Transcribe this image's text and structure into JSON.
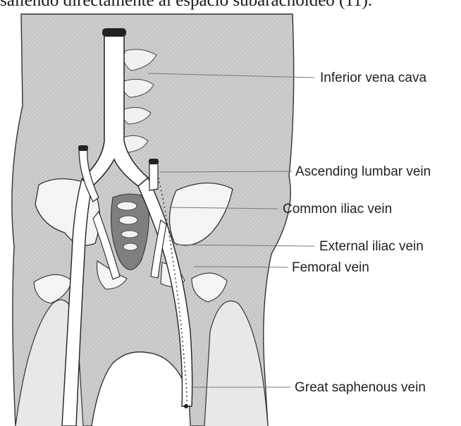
{
  "caption_fragment": "saliendo directamente al espacio subaracnoideo (11).",
  "labels": {
    "inferior_vena_cava": "Inferior vena cava",
    "ascending_lumbar_vein": "Ascending lumbar vein",
    "common_iliac_vein": "Common iliac vein",
    "external_iliac_vein": "External iliac vein",
    "femoral_vein": "Femoral vein",
    "great_saphenous_vein": "Great saphenous vein"
  },
  "colors": {
    "tissue": "#cfcfcf",
    "bone": "#f4f4f4",
    "vessel": "#ffffff",
    "outline": "#222222",
    "leader": "#777777"
  }
}
